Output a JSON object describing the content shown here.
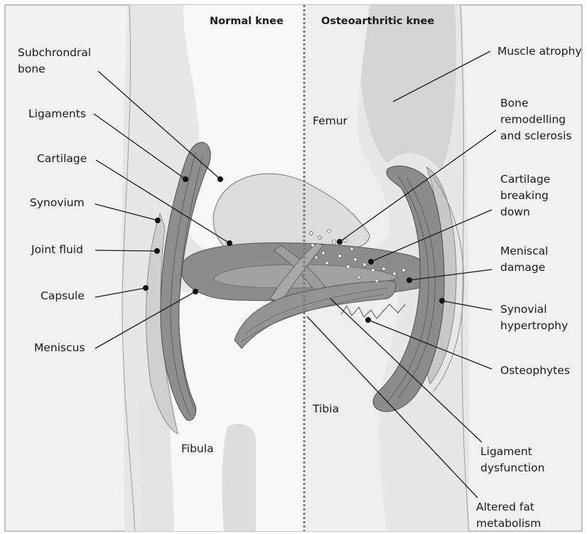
{
  "headings": {
    "normal": "Normal knee",
    "osteoarthritic": "Osteoarthritic knee"
  },
  "bones": {
    "femur": "Femur",
    "tibia": "Tibia",
    "fibula": "Fibula"
  },
  "left_labels": {
    "subchondral_1": "Subchrondral",
    "subchondral_2": "bone",
    "ligaments": "Ligaments",
    "cartilage": "Cartilage",
    "synovium": "Synovium",
    "joint_fluid": "Joint fluid",
    "capsule": "Capsule",
    "meniscus": "Meniscus"
  },
  "right_labels": {
    "muscle_atrophy": "Muscle atrophy",
    "bone_remodelling_1": "Bone",
    "bone_remodelling_2": "remodelling",
    "bone_remodelling_3": "and sclerosis",
    "cartilage_breaking_1": "Cartilage",
    "cartilage_breaking_2": "breaking",
    "cartilage_breaking_3": "down",
    "meniscal_damage_1": "Meniscal",
    "meniscal_damage_2": "damage",
    "synovial_hypertrophy_1": "Synovial",
    "synovial_hypertrophy_2": "hypertrophy",
    "osteophytes": "Osteophytes",
    "ligament_dysfunction_1": "Ligament",
    "ligament_dysfunction_2": "dysfunction",
    "altered_fat_1": "Altered fat",
    "altered_fat_2": "metabolism"
  },
  "colors": {
    "soft_tissue": "#e6e6e6",
    "bone": "#f7f7f7",
    "osteoarthritic_bone": "#eeeeee",
    "cartilage": "#dadada",
    "meniscus": "#8a8a8a",
    "ligament": "#9b9b9b",
    "outline": "#555555"
  }
}
